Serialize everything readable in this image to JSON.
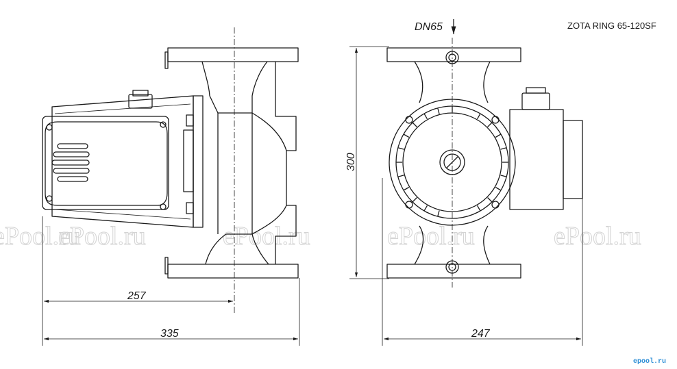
{
  "title": "ZOTA RING 65-120SF",
  "connection_label": "DN65",
  "dimensions": {
    "motor_to_axis": "257",
    "overall_length": "335",
    "flange_to_flange": "300",
    "width": "247"
  },
  "watermark": "ePool.ru",
  "logo": "epool.ru",
  "colors": {
    "line": "#1a1a1a",
    "watermark": "#d4d4d4",
    "logo": "#2f8fd6"
  }
}
